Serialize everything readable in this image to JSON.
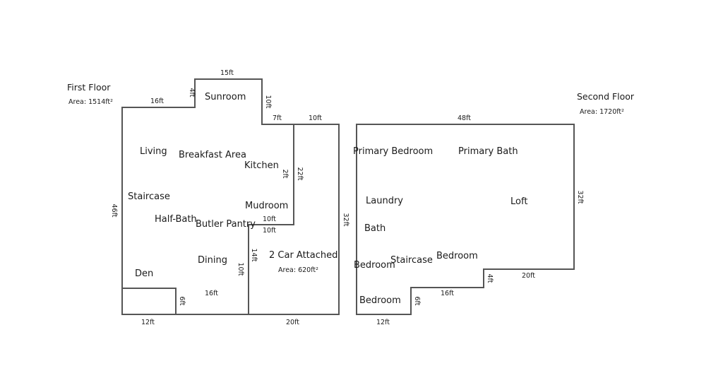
{
  "first_floor": {
    "title": "First Floor",
    "area": "Area: 1514ft²",
    "rooms": {
      "sunroom": "Sunroom",
      "living": "Living",
      "breakfast": "Breakfast Area",
      "kitchen": "Kitchen",
      "staircase": "Staircase",
      "mudroom": "Mudroom",
      "half_bath": "Half-Bath",
      "butler_pantry": "Butler Pantry",
      "dining": "Dining",
      "den": "Den"
    },
    "dims": {
      "top_sunroom": "15ft",
      "top_left": "16ft",
      "sunroom_left_h": "4ft",
      "sunroom_right_h": "10ft",
      "step_7": "7ft",
      "top_right": "10ft",
      "left_wall": "46ft",
      "kitchen_22": "22ft",
      "kitchen_2": "2ft",
      "mudroom_10a": "10ft",
      "mudroom_10b": "10ft",
      "garage_left_14": "14ft",
      "dining_10": "10ft",
      "bottom_16": "16ft",
      "notch_6": "6ft",
      "bottom_12": "12ft"
    }
  },
  "garage": {
    "title": "2 Car Attached",
    "area": "Area: 620ft²",
    "dims": {
      "right_wall": "32ft",
      "bottom": "20ft"
    }
  },
  "second_floor": {
    "title": "Second Floor",
    "area": "Area: 1720ft²",
    "rooms": {
      "primary_bedroom": "Primary Bedroom",
      "primary_bath": "Primary Bath",
      "laundry": "Laundry",
      "loft": "Loft",
      "bath": "Bath",
      "bedroom_a": "Bedroom",
      "staircase": "Staircase",
      "bedroom_b": "Bedroom",
      "bedroom_c": "Bedroom"
    },
    "dims": {
      "top": "48ft",
      "right_wall": "32ft",
      "bottom_20": "20ft",
      "step_4": "4ft",
      "bottom_16": "16ft",
      "step_6": "6ft",
      "bottom_12": "12ft"
    }
  }
}
